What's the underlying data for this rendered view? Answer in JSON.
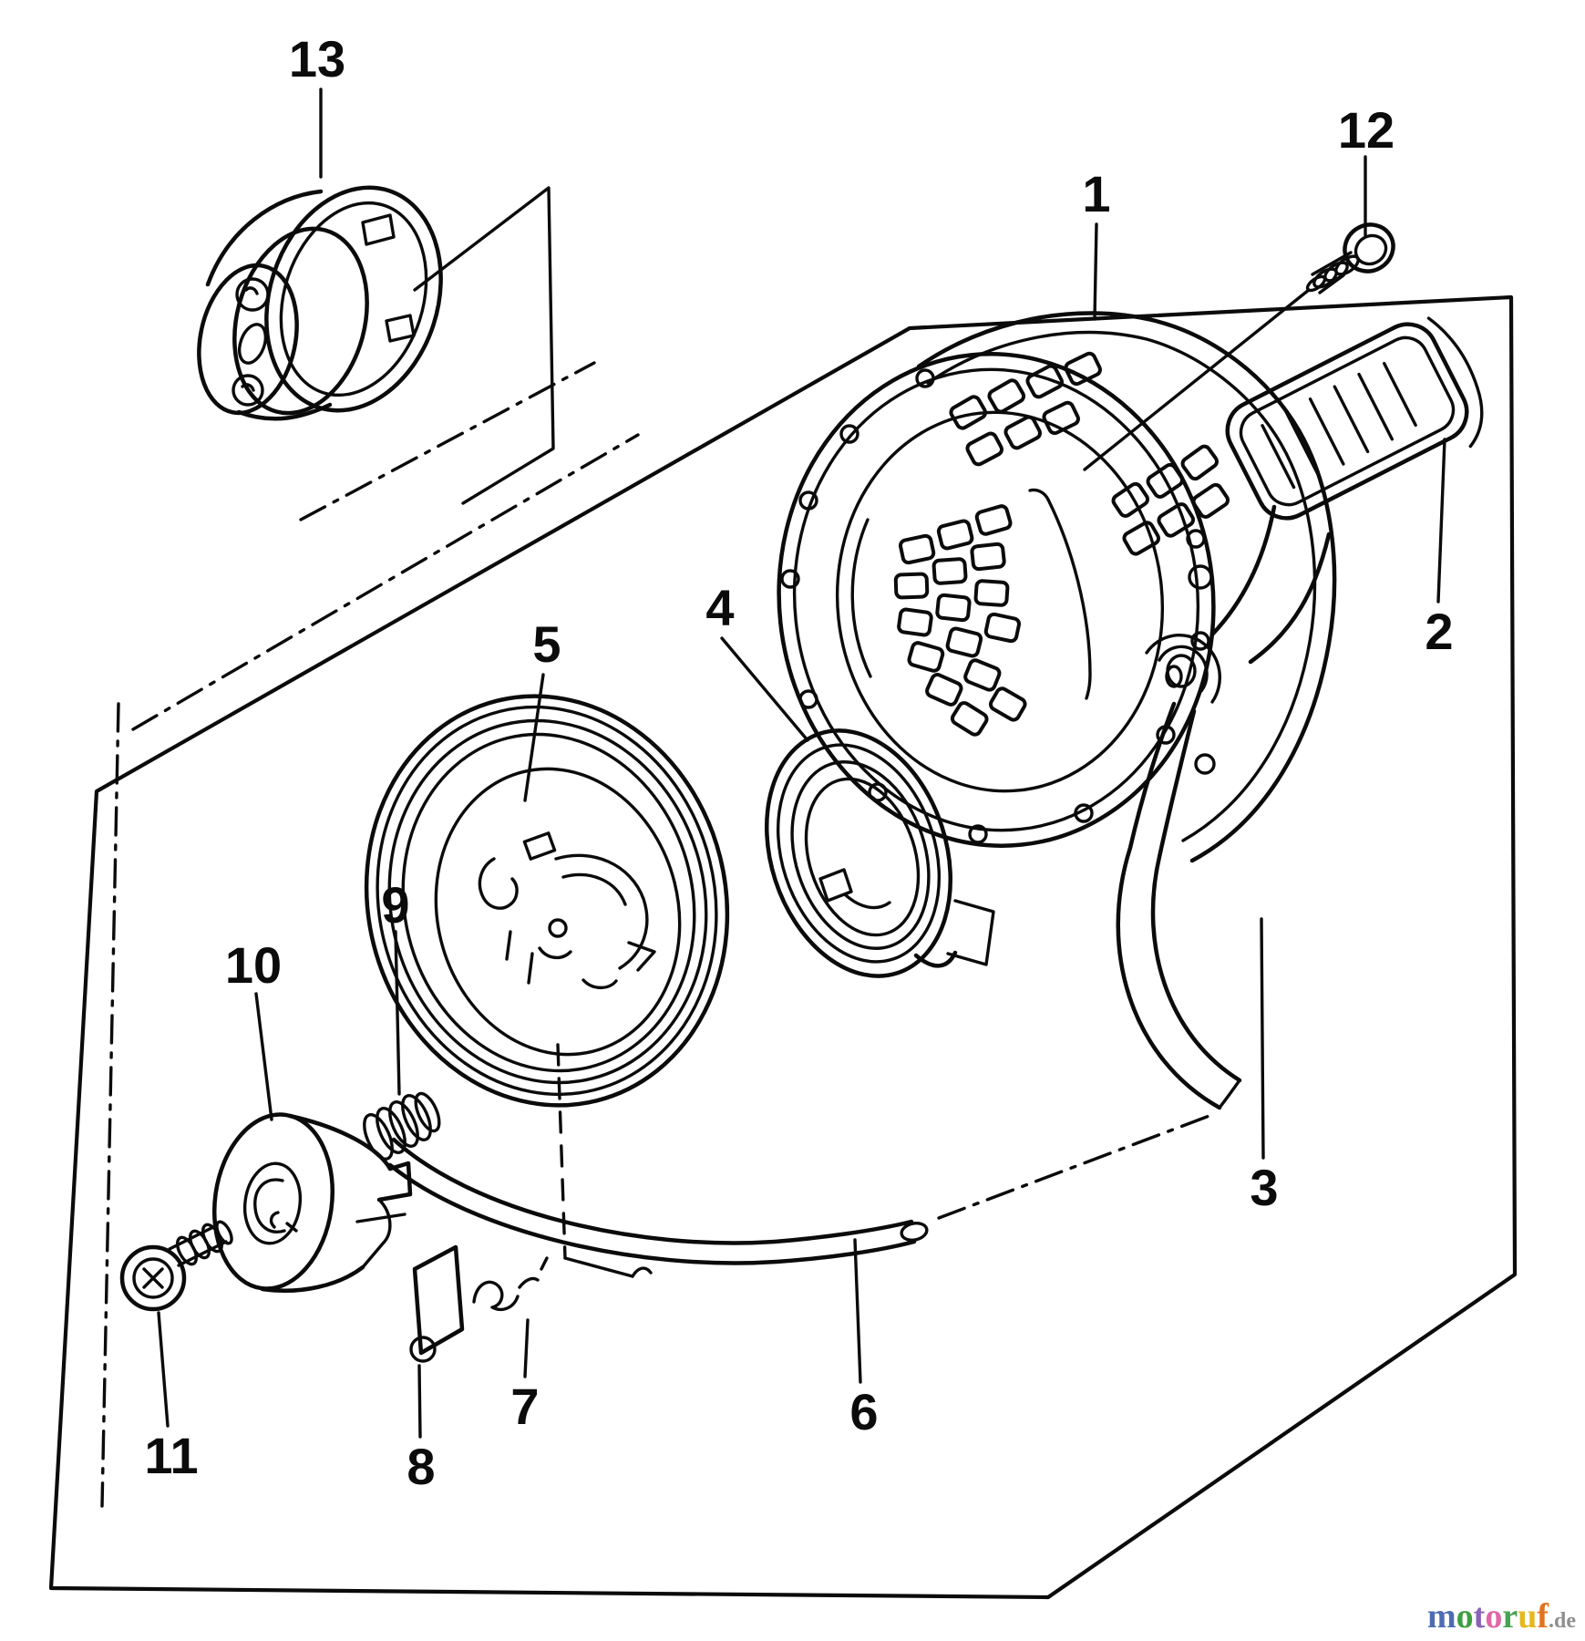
{
  "diagram": {
    "callouts": {
      "c1": "1",
      "c2": "2",
      "c3": "3",
      "c4": "4",
      "c5": "5",
      "c6": "6",
      "c7": "7",
      "c8": "8",
      "c9": "9",
      "c10": "10",
      "c11": "11",
      "c12": "12",
      "c13": "13"
    },
    "watermark": {
      "letters": [
        {
          "char": "m",
          "style": "color:#4d6db3"
        },
        {
          "char": "o",
          "style": "color:#3f9e3f"
        },
        {
          "char": "t",
          "style": "color:#8a63b8"
        },
        {
          "char": "o",
          "style": "color:#e066a8"
        },
        {
          "char": "r",
          "style": "color:#47a356"
        },
        {
          "char": "u",
          "style": "color:#e5b820"
        },
        {
          "char": "f",
          "style": "color:#e2731f"
        }
      ],
      "suffix": {
        "char": ".de",
        "style": "color:#8f8f8f"
      }
    }
  }
}
